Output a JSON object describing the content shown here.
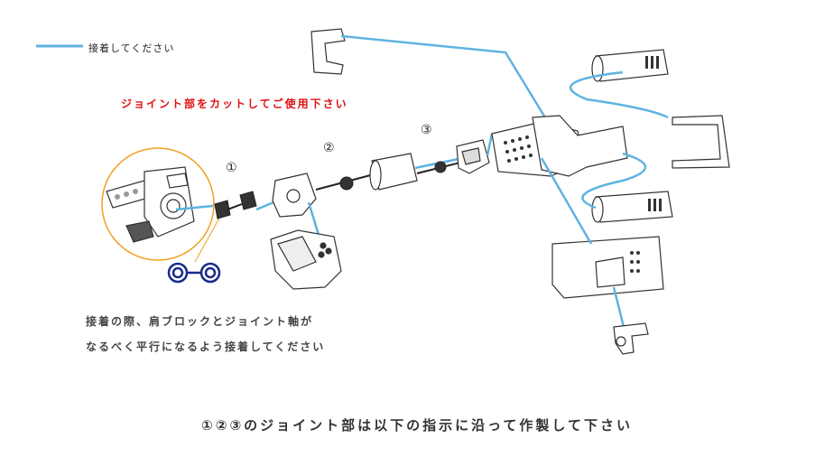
{
  "legend": {
    "line_label": "接着してください",
    "line_color": "#5fb3e0"
  },
  "cut_note": "ジョイント部をカットしてご使用下さい",
  "steps": [
    "①",
    "②",
    "③"
  ],
  "note": {
    "line1": "接着の際、肩ブロックとジョイント軸が",
    "line2": "なるべく平行になるよう接着してください"
  },
  "bottom_title": "①②③のジョイント部は以下の指示に沿って作製して下さい",
  "colors": {
    "glue_line": "#5fb3e0",
    "highlight_circle": "#f0a020",
    "ring": "#1a2a8c",
    "outline": "#333333",
    "cut_text": "#e01010"
  },
  "icons": [
    "joint-ring-pair-icon"
  ]
}
